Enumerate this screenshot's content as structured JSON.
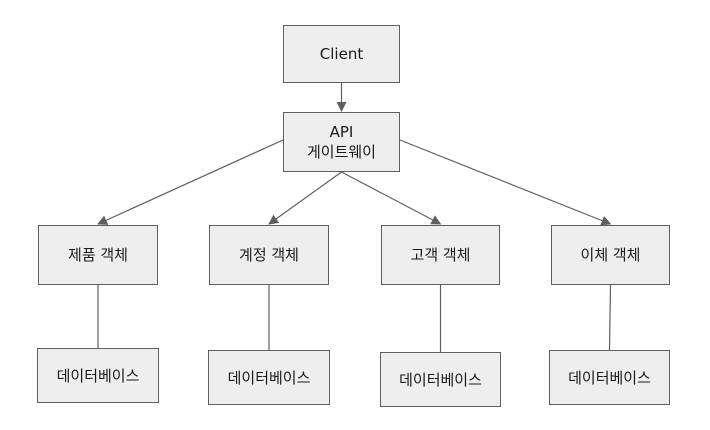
{
  "colors": {
    "box_fill": "#eeeeee",
    "box_border": "#5f5f5f",
    "connector": "#5f5f5f",
    "background": "#ffffff"
  },
  "nodes": {
    "client": {
      "label": "Client"
    },
    "gateway": {
      "line1": "API",
      "line2": "게이트웨이"
    },
    "services": [
      {
        "label": "제품 객체",
        "db_label": "데이터베이스"
      },
      {
        "label": "계정 객체",
        "db_label": "데이터베이스"
      },
      {
        "label": "고객 객체",
        "db_label": "데이터베이스"
      },
      {
        "label": "이체 객체",
        "db_label": "데이터베이스"
      }
    ]
  },
  "edges": [
    {
      "from": "client",
      "to": "gateway",
      "arrow": true
    },
    {
      "from": "gateway",
      "to": "service-0",
      "arrow": true
    },
    {
      "from": "gateway",
      "to": "service-1",
      "arrow": true
    },
    {
      "from": "gateway",
      "to": "service-2",
      "arrow": true
    },
    {
      "from": "gateway",
      "to": "service-3",
      "arrow": true
    },
    {
      "from": "service-0",
      "to": "db-0",
      "arrow": false
    },
    {
      "from": "service-1",
      "to": "db-1",
      "arrow": false
    },
    {
      "from": "service-2",
      "to": "db-2",
      "arrow": false
    },
    {
      "from": "service-3",
      "to": "db-3",
      "arrow": false
    }
  ]
}
